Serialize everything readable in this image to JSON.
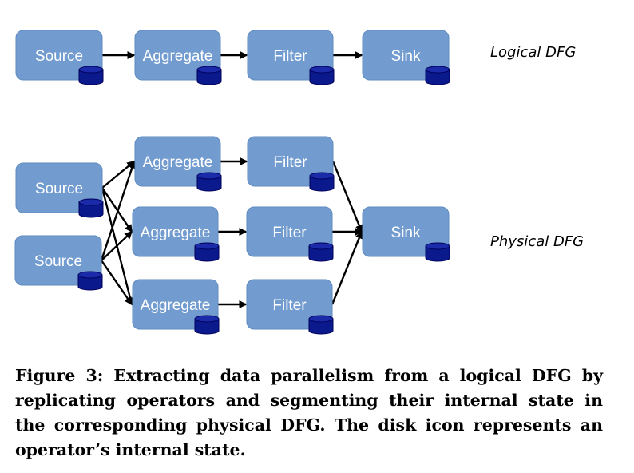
{
  "logical": {
    "label": "Logical DFG",
    "nodes": [
      {
        "id": "l-source",
        "label": "Source"
      },
      {
        "id": "l-aggregate",
        "label": "Aggregate"
      },
      {
        "id": "l-filter",
        "label": "Filter"
      },
      {
        "id": "l-sink",
        "label": "Sink"
      }
    ],
    "edges": [
      [
        "l-source",
        "l-aggregate"
      ],
      [
        "l-aggregate",
        "l-filter"
      ],
      [
        "l-filter",
        "l-sink"
      ]
    ]
  },
  "physical": {
    "label": "Physical DFG",
    "nodes": [
      {
        "id": "p-source-1",
        "label": "Source"
      },
      {
        "id": "p-source-2",
        "label": "Source"
      },
      {
        "id": "p-aggregate-1",
        "label": "Aggregate"
      },
      {
        "id": "p-aggregate-2",
        "label": "Aggregate"
      },
      {
        "id": "p-aggregate-3",
        "label": "Aggregate"
      },
      {
        "id": "p-filter-1",
        "label": "Filter"
      },
      {
        "id": "p-filter-2",
        "label": "Filter"
      },
      {
        "id": "p-filter-3",
        "label": "Filter"
      },
      {
        "id": "p-sink",
        "label": "Sink"
      }
    ],
    "edges": [
      [
        "p-source-1",
        "p-aggregate-1"
      ],
      [
        "p-source-1",
        "p-aggregate-2"
      ],
      [
        "p-source-1",
        "p-aggregate-3"
      ],
      [
        "p-source-2",
        "p-aggregate-1"
      ],
      [
        "p-source-2",
        "p-aggregate-2"
      ],
      [
        "p-source-2",
        "p-aggregate-3"
      ],
      [
        "p-aggregate-1",
        "p-filter-1"
      ],
      [
        "p-aggregate-2",
        "p-filter-2"
      ],
      [
        "p-aggregate-3",
        "p-filter-3"
      ],
      [
        "p-filter-1",
        "p-sink"
      ],
      [
        "p-filter-2",
        "p-sink"
      ],
      [
        "p-filter-3",
        "p-sink"
      ]
    ]
  },
  "caption": "Figure 3: Extracting data parallelism from a logical DFG by replicating operators and segmenting their internal state in the corresponding physical DFG. The disk icon represents an operator’s internal state."
}
